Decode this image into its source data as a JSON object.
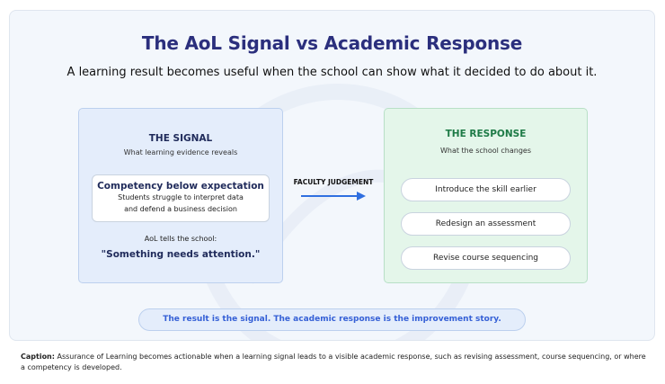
{
  "title": "The AoL Signal vs Academic Response",
  "subtitle": "A learning result becomes useful when the school can show what it decided to do about it.",
  "signal": {
    "title": "THE SIGNAL",
    "subtitle": "What learning evidence reveals",
    "box_heading": "Competency below expectation",
    "box_line1": "Students struggle to interpret data",
    "box_line2": "and defend a business decision",
    "aol_label": "AoL tells the school:",
    "aol_quote": "\"Something needs attention.\""
  },
  "connector": {
    "label": "FACULTY JUDGEMENT"
  },
  "response": {
    "title": "THE RESPONSE",
    "subtitle": "What the school changes",
    "actions": [
      "Introduce the skill earlier",
      "Redesign an assessment",
      "Revise course sequencing"
    ]
  },
  "footer_banner": "The result is the signal. The academic response is the improvement story.",
  "caption": {
    "label": "Caption:",
    "text": " Assurance of Learning becomes actionable when a learning signal leads to a visible academic response, such as revising assessment, course sequencing, or where a competency is developed."
  },
  "colors": {
    "title": "#2b2f7d",
    "signal_bg": "#e4edfb",
    "response_bg": "#e4f6ea",
    "response_title": "#1d7a46",
    "arrow": "#2f6fe0",
    "banner_text": "#3560d6"
  }
}
